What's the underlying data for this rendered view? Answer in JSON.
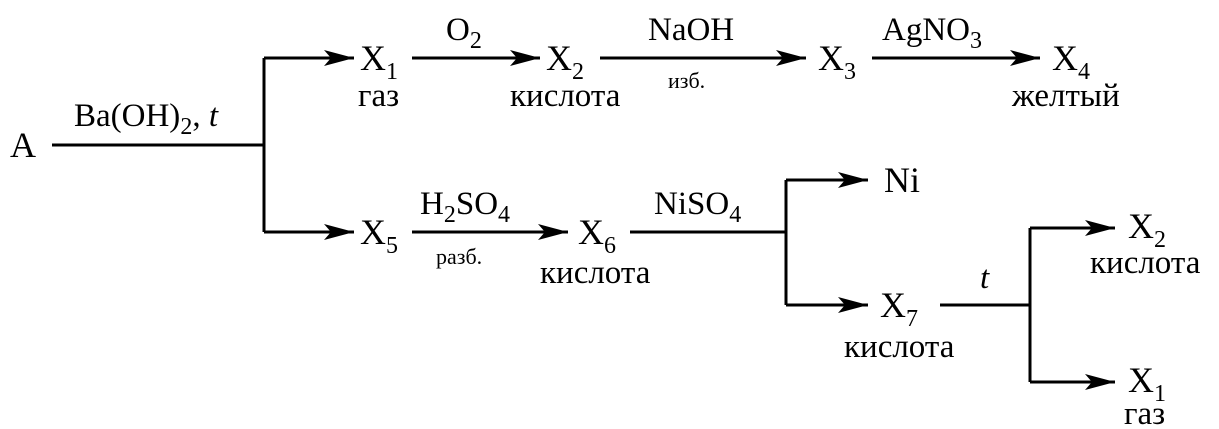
{
  "nodes": {
    "a": "A",
    "x_letter": "X",
    "x1_sub": "1",
    "x1_desc": "газ",
    "x2_sub": "2",
    "x2_desc": "кислота",
    "x3_sub": "3",
    "x4_sub": "4",
    "x4_desc": "желтый",
    "x5_sub": "5",
    "x6_sub": "6",
    "x6_desc": "кислота",
    "ni": "Ni",
    "x7_sub": "7",
    "x7_desc": "кислота",
    "x2b_sub": "2",
    "x2b_desc": "кислота",
    "x1b_sub": "1",
    "x1b_desc": "газ"
  },
  "reagents": {
    "ba_main": "Ba(OH)",
    "ba_sub": "2",
    "ba_rest": ", ",
    "ba_t": "t",
    "o2_main": "O",
    "o2_sub": "2",
    "naoh": "NaOH",
    "naoh_cond": "изб.",
    "agno3_main": "AgNO",
    "agno3_sub": "3",
    "h2so4_h": "H",
    "h2so4_sub1": "2",
    "h2so4_so": "SO",
    "h2so4_sub2": "4",
    "h2so4_cond": "разб.",
    "niso4_main": "NiSO",
    "niso4_sub": "4",
    "t_heat": "t"
  },
  "colors": {
    "ink": "#000000",
    "background": "#ffffff"
  }
}
